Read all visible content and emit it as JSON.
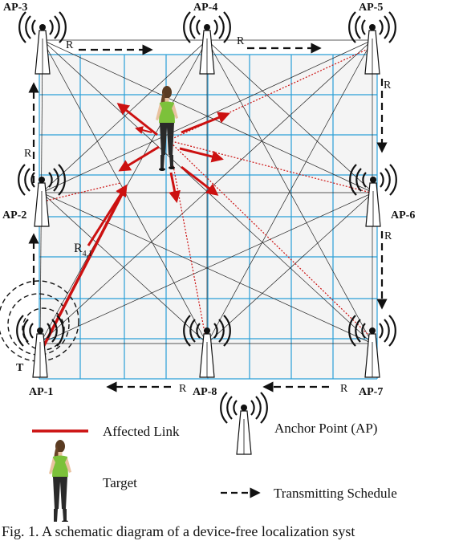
{
  "access_points": [
    {
      "label": "AP-3"
    },
    {
      "label": "AP-4"
    },
    {
      "label": "AP-5"
    },
    {
      "label": "AP-2"
    },
    {
      "label": "AP-6"
    },
    {
      "label": "AP-1"
    },
    {
      "label": "AP-8"
    },
    {
      "label": "AP-7"
    }
  ],
  "schedule_labels": {
    "top_left": "R",
    "top_right": "R",
    "right_upper": "R",
    "right_lower": "R",
    "left_upper": "R",
    "bottom_left": "R",
    "bottom_right": "R"
  },
  "transmit_label": "T",
  "r_label": {
    "base": "R",
    "sub": "4,1"
  },
  "legend": {
    "affected_link": "Affected Link",
    "anchor_point": "Anchor Point (AP)",
    "target": "Target",
    "schedule": "Transmitting Schedule"
  },
  "caption": "Fig. 1.  A schematic diagram of a device-free localization syst",
  "colors": {
    "grid": "#2a9fd8",
    "link": "#cc1111",
    "grid_bg": "#f4f4f4"
  }
}
